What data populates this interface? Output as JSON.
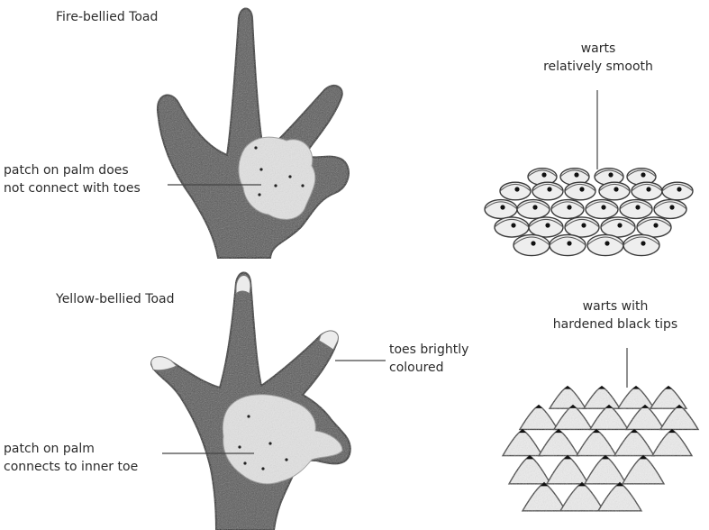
{
  "fire_bellied": {
    "title": "Fire-bellied Toad",
    "palm_note": [
      "patch on palm does",
      "not connect with toes"
    ]
  },
  "yellow_bellied": {
    "title": "Yellow-bellied Toad",
    "palm_note": [
      "patch on palm",
      "connects to inner toe"
    ],
    "toe_note": [
      "toes brightly",
      "coloured"
    ]
  },
  "warts_smooth": [
    "warts",
    "relatively smooth"
  ],
  "warts_tipped": [
    "warts with",
    "hardened black tips"
  ],
  "colors": {
    "skin": "#565656",
    "skin_outline": "#222222",
    "patch": "#e3e3e3",
    "tip": "#ececec",
    "leader": "#444444",
    "wart_dot": "#111111"
  }
}
